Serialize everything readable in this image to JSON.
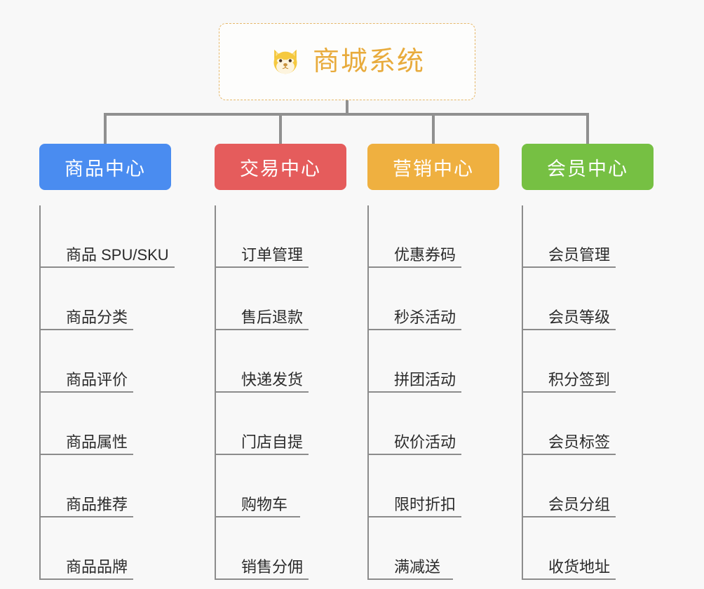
{
  "root": {
    "title": "商城系统",
    "icon": "shiba-inu-icon",
    "text_color": "#e8ab3c",
    "border_color": "#e6b86a"
  },
  "branches": [
    {
      "label": "商品中心",
      "color": "#4a8cf0",
      "items": [
        "商品 SPU/SKU",
        "商品分类",
        "商品评价",
        "商品属性",
        "商品推荐",
        "商品品牌"
      ]
    },
    {
      "label": "交易中心",
      "color": "#e55c5c",
      "items": [
        "订单管理",
        "售后退款",
        "快递发货",
        "门店自提",
        "购物车",
        "销售分佣"
      ]
    },
    {
      "label": "营销中心",
      "color": "#efb040",
      "items": [
        "优惠券码",
        "秒杀活动",
        "拼团活动",
        "砍价活动",
        "限时折扣",
        "满减送"
      ]
    },
    {
      "label": "会员中心",
      "color": "#76c043",
      "items": [
        "会员管理",
        "会员等级",
        "积分签到",
        "会员标签",
        "会员分组",
        "收货地址"
      ]
    }
  ]
}
